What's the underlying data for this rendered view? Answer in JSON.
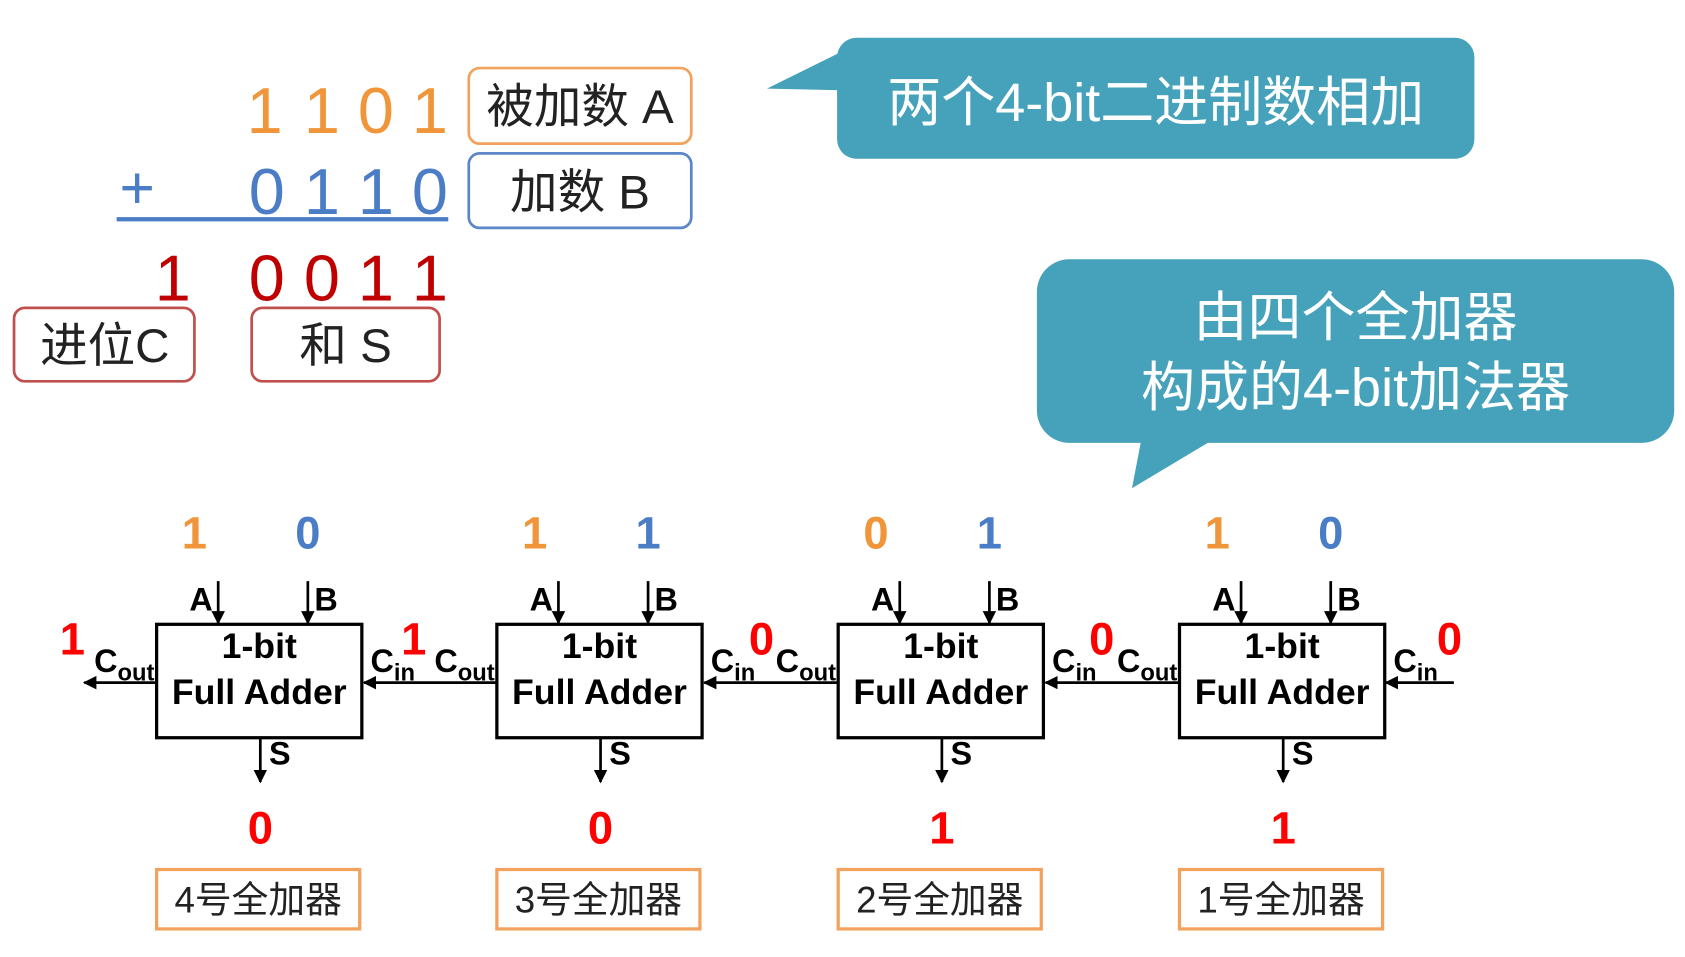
{
  "colors": {
    "augend": "#F0953A",
    "addend": "#4A7DC5",
    "result": "#C00000",
    "output_bits": "#FF0000",
    "augend_box": "#F2A25C",
    "addend_box": "#5B86C7",
    "result_box": "#C0504D",
    "callout": "#45A2BA",
    "callout_text": "#FFFFFF",
    "caption_box": "#F2A25C"
  },
  "addition": {
    "augend_digits": [
      "1",
      "1",
      "0",
      "1"
    ],
    "plus_sign": "+",
    "addend_digits": [
      "0",
      "1",
      "1",
      "0"
    ],
    "carry_digit": "1",
    "sum_digits": [
      "0",
      "0",
      "1",
      "1"
    ],
    "augend_label": "被加数 A",
    "addend_label": "加数 B",
    "carry_label": "进位C",
    "sum_label": "和 S"
  },
  "callouts": {
    "top": "两个4-bit二进制数相加",
    "bottom": [
      "由四个全加器",
      "构成的4-bit加法器"
    ]
  },
  "full_adder": {
    "title": "1-bit",
    "subtitle": "Full Adder",
    "pin_a": "A",
    "pin_b": "B",
    "pin_s": "S",
    "pin_c": "C",
    "sub_in": "in",
    "sub_out": "out"
  },
  "adders": [
    {
      "caption": "4号全加器",
      "a": "1",
      "b": "0",
      "s": "0"
    },
    {
      "caption": "3号全加器",
      "a": "1",
      "b": "1",
      "s": "0"
    },
    {
      "caption": "2号全加器",
      "a": "0",
      "b": "1",
      "s": "1"
    },
    {
      "caption": "1号全加器",
      "a": "1",
      "b": "0",
      "s": "1"
    }
  ],
  "carries": [
    "1",
    "1",
    "0",
    "0",
    "0"
  ]
}
